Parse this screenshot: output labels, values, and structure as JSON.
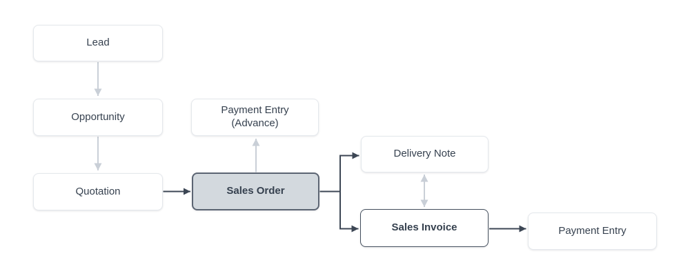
{
  "diagram": {
    "type": "flowchart",
    "description": "Sales process flow",
    "nodes": {
      "lead": {
        "label": "Lead"
      },
      "opportunity": {
        "label": "Opportunity"
      },
      "quotation": {
        "label": "Quotation"
      },
      "payment_entry_advance": {
        "line1": "Payment Entry",
        "line2": "(Advance)"
      },
      "sales_order": {
        "label": "Sales Order",
        "highlighted": true
      },
      "delivery_note": {
        "label": "Delivery Note"
      },
      "sales_invoice": {
        "label": "Sales Invoice",
        "emphasized_border": true
      },
      "payment_entry": {
        "label": "Payment Entry"
      }
    },
    "edges": [
      {
        "from": "lead",
        "to": "opportunity",
        "style": "light",
        "direction": "down"
      },
      {
        "from": "opportunity",
        "to": "quotation",
        "style": "light",
        "direction": "down"
      },
      {
        "from": "quotation",
        "to": "sales_order",
        "style": "dark",
        "direction": "right"
      },
      {
        "from": "sales_order",
        "to": "payment_entry_advance",
        "style": "light",
        "direction": "up"
      },
      {
        "from": "sales_order",
        "to": "delivery_note",
        "style": "dark",
        "direction": "right"
      },
      {
        "from": "sales_order",
        "to": "sales_invoice",
        "style": "dark",
        "direction": "right"
      },
      {
        "from": "delivery_note",
        "to": "sales_invoice",
        "style": "light",
        "bidirectional": true
      },
      {
        "from": "sales_invoice",
        "to": "payment_entry",
        "style": "dark",
        "direction": "right"
      }
    ],
    "colors": {
      "background": "#ffffff",
      "dark_stroke": "#3c4654",
      "light_stroke": "#c9cfd7",
      "box_border": "#e4e8ec",
      "box_fill": "#ffffff",
      "highlight_fill": "#d3d9de",
      "highlight_border": "#5b6472",
      "emphasis_border": "#434e5c",
      "text": "#36414f"
    }
  }
}
